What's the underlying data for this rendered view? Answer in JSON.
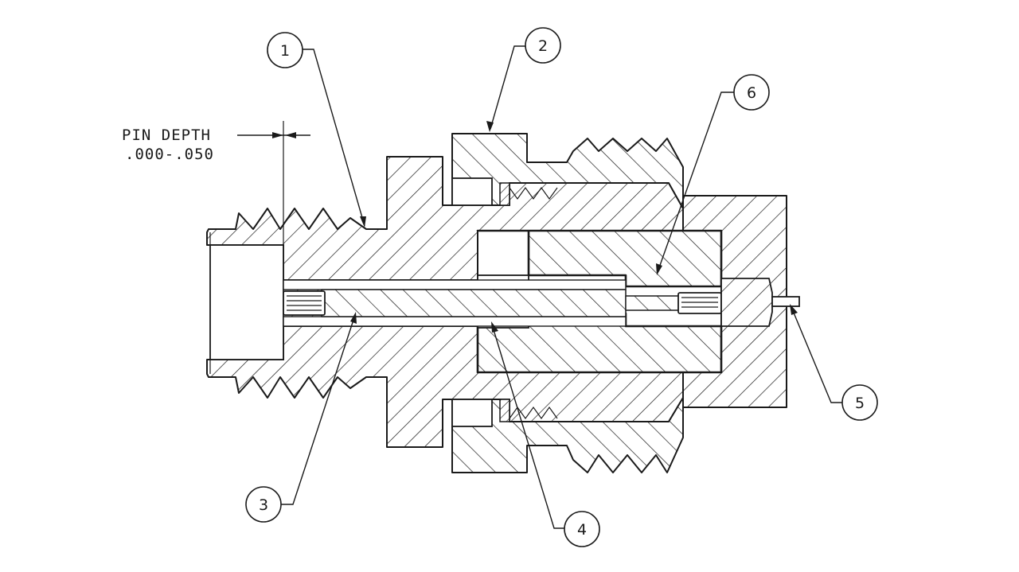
{
  "annotation": {
    "dimension_label": "PIN DEPTH",
    "dimension_value": ".000-.050"
  },
  "callouts": [
    {
      "number": "1"
    },
    {
      "number": "2"
    },
    {
      "number": "3"
    },
    {
      "number": "4"
    },
    {
      "number": "5"
    },
    {
      "number": "6"
    }
  ]
}
